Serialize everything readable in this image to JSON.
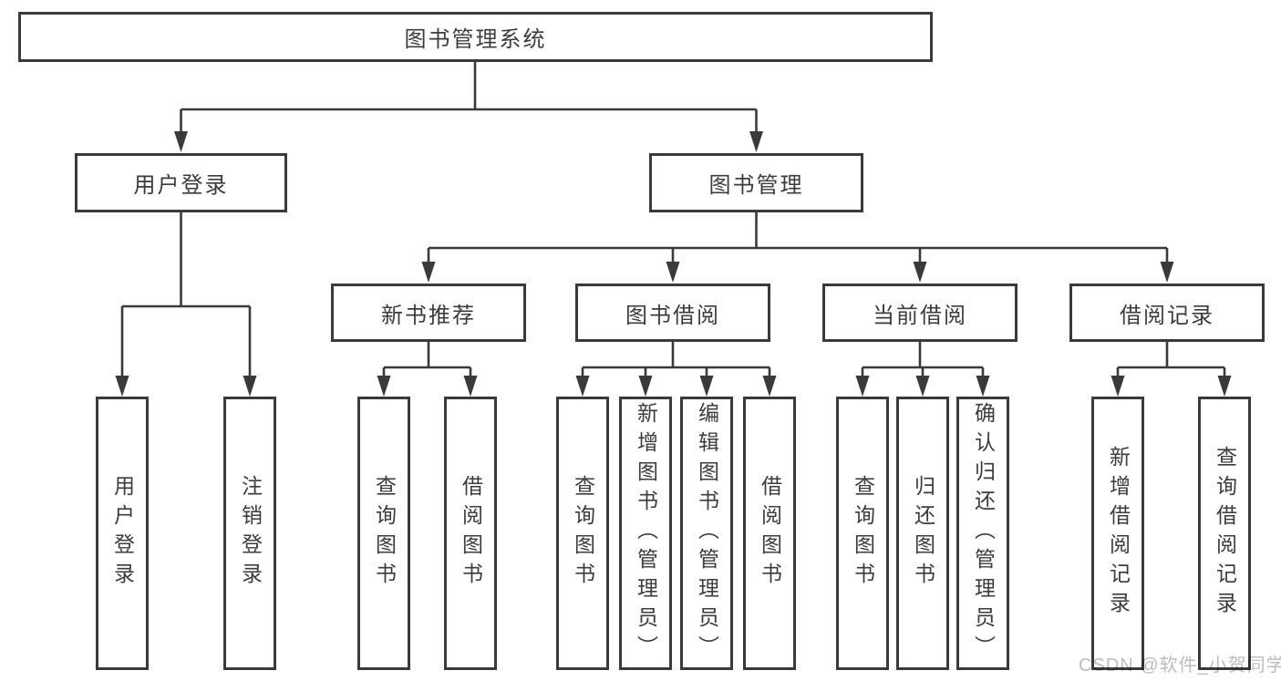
{
  "diagram": {
    "tree": {
      "label": "图书管理系统",
      "children": [
        {
          "label": "用户登录",
          "children": [
            {
              "label": "用户登录"
            },
            {
              "label": "注销登录"
            }
          ]
        },
        {
          "label": "图书管理",
          "children": [
            {
              "label": "新书推荐",
              "children": [
                {
                  "label": "查询图书"
                },
                {
                  "label": "借阅图书"
                }
              ]
            },
            {
              "label": "图书借阅",
              "children": [
                {
                  "label": "查询图书"
                },
                {
                  "label": "新增图书（管理员）"
                },
                {
                  "label": "编辑图书（管理员）"
                },
                {
                  "label": "借阅图书"
                }
              ]
            },
            {
              "label": "当前借阅",
              "children": [
                {
                  "label": "查询图书"
                },
                {
                  "label": "归还图书"
                },
                {
                  "label": "确认归还（管理员）"
                }
              ]
            },
            {
              "label": "借阅记录",
              "children": [
                {
                  "label": "新增借阅记录"
                },
                {
                  "label": "查询借阅记录"
                }
              ]
            }
          ]
        }
      ]
    }
  },
  "watermark": {
    "text": "CSDN @软件_小贺同学"
  },
  "colors": {
    "line": "#3a3a3a",
    "text": "#3c3c3c",
    "background": "#ffffff",
    "watermark": "#bcbcbc"
  }
}
